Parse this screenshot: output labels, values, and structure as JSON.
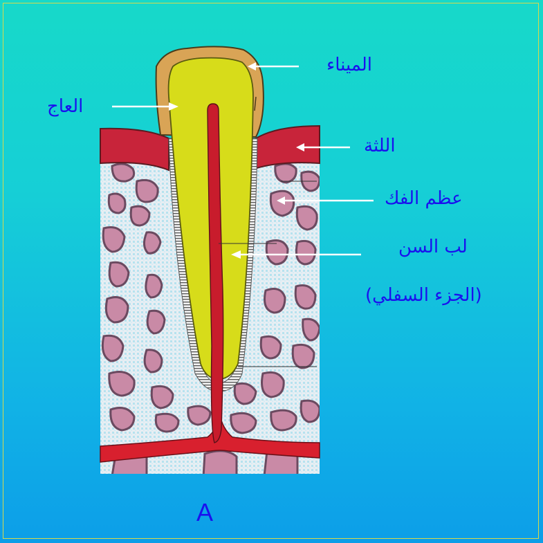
{
  "labels": {
    "enamel": "الميناء",
    "dentin": "العاج",
    "gum": "اللثة",
    "jaw_bone": "عظم الفك",
    "pulp_line1": "لب السن",
    "pulp_line2": "(الجزء السفلي)"
  },
  "caption": "A",
  "colors": {
    "background_top": "#17d9c9",
    "background_bottom": "#0c9ee8",
    "label_text": "#1a11ee",
    "enamel": "#d9a456",
    "dentin": "#d7dc1a",
    "pulp": "#c81c2c",
    "gum": "#c8243a",
    "bone_cell": "#c98aa6",
    "arrow": "#ffffff"
  }
}
